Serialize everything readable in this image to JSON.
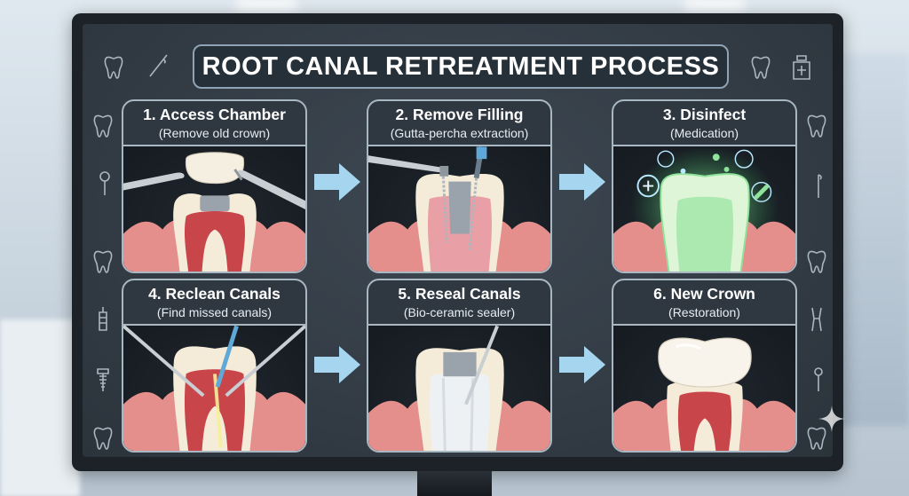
{
  "title": "ROOT CANAL RETREATMENT PROCESS",
  "colors": {
    "arrow": "#a6d6ef",
    "panel_border": "#a9b7c3",
    "gum": "#e58f8d",
    "tooth": "#f4ecd8",
    "pulp": "#c8454a",
    "disinfect_glow": "#6fe08a"
  },
  "steps": [
    {
      "title": "1. Access Chamber",
      "subtitle": "(Remove old crown)"
    },
    {
      "title": "2. Remove Filling",
      "subtitle": "(Gutta-percha extraction)"
    },
    {
      "title": "3. Disinfect",
      "subtitle": "(Medication)"
    },
    {
      "title": "4. Reclean Canals",
      "subtitle": "(Find missed canals)"
    },
    {
      "title": "5. Reseal Canals",
      "subtitle": "(Bio-ceramic sealer)"
    },
    {
      "title": "6. New Crown",
      "subtitle": "(Restoration)"
    }
  ],
  "icons": {
    "left": [
      "tooth-icon",
      "tooth-icon",
      "mirror-icon",
      "tooth-icon",
      "syringe-icon",
      "implant-icon",
      "tooth-icon"
    ],
    "right": [
      "tooth-icon",
      "medicine-bottle-icon",
      "tooth-icon",
      "probe-icon",
      "tooth-icon",
      "forceps-icon",
      "probe-icon",
      "tooth-icon"
    ],
    "flow_arrow": "right-arrow-icon"
  }
}
